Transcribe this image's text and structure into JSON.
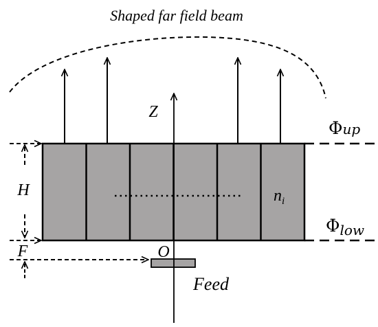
{
  "title": "Shaped far field beam",
  "labels": {
    "z_axis": "Z",
    "height": "H",
    "focal": "F",
    "origin": "O",
    "feed": "Feed",
    "index_base": "n",
    "index_sub": "i",
    "upper_symbol": "Φ",
    "upper_sub": "up",
    "lower_symbol": "Φ",
    "lower_sub": "low"
  },
  "lens": {
    "segments": 6,
    "fill_color": "#a6a4a4",
    "stroke_color": "#000000"
  }
}
